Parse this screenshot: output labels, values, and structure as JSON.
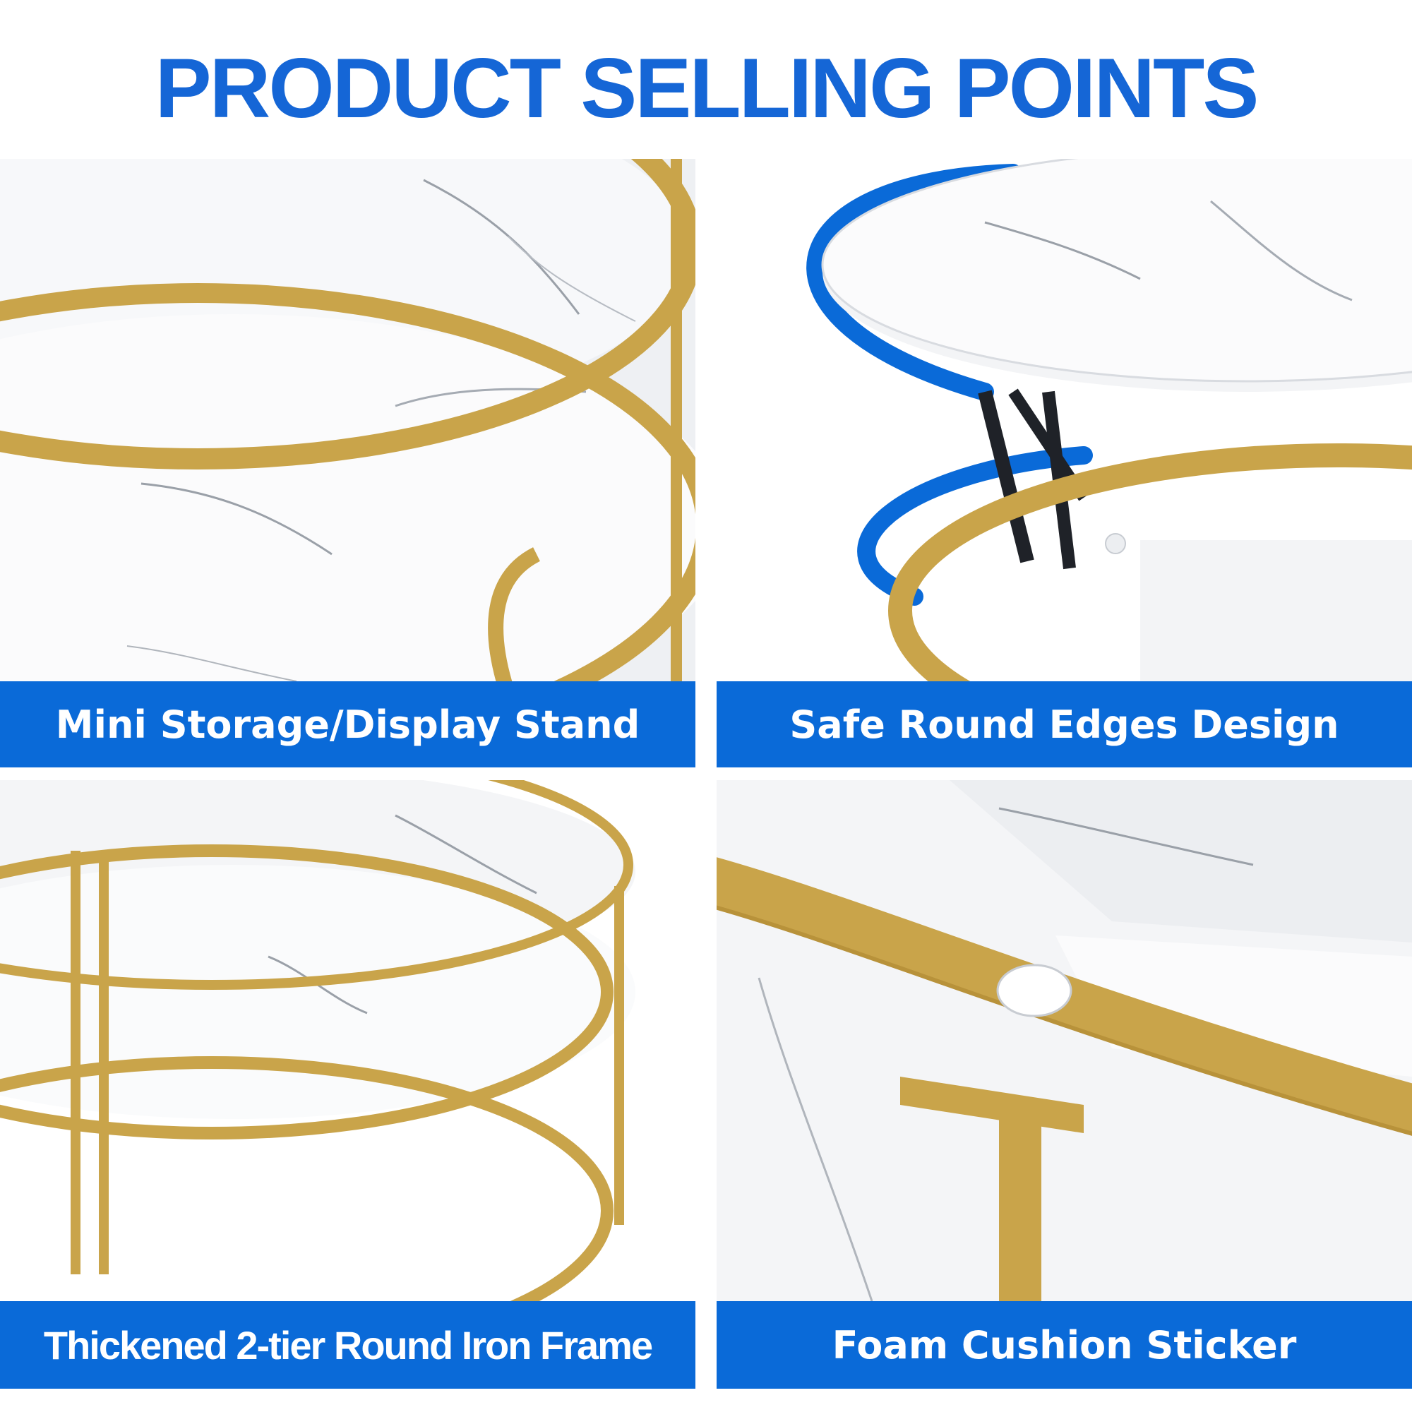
{
  "header": {
    "title": "PRODUCT SELLING POINTS"
  },
  "colors": {
    "accent": "#0a6ad8",
    "title": "#1566d6",
    "gold": "#c9a44a",
    "marble": "#f2f3f5"
  },
  "panels": [
    {
      "caption": "Mini Storage/Display Stand"
    },
    {
      "caption": "Safe Round Edges Design"
    },
    {
      "caption": "Thickened 2-tier Round Iron Frame"
    },
    {
      "caption": "Foam Cushion Sticker"
    }
  ]
}
